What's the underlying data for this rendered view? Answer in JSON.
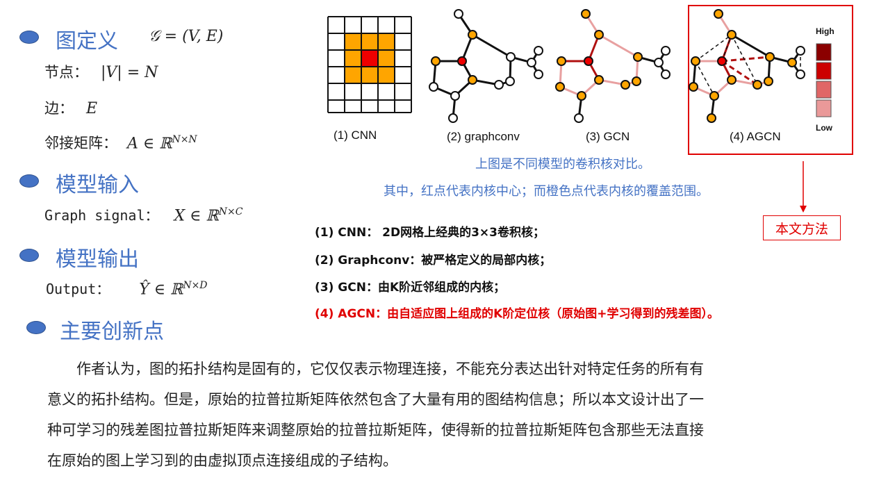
{
  "sections": {
    "graph_def": {
      "title": "图定义",
      "formula": "𝒢 = (V, E)"
    },
    "node": {
      "label": "节点：",
      "formula": "|V| = N"
    },
    "edge": {
      "label": "边：",
      "formula": "E"
    },
    "adjacency": {
      "label": "邻接矩阵：",
      "formula": "A ∈ ℝ",
      "sup": "N×N"
    },
    "model_input": {
      "title": "模型输入",
      "label": "Graph signal：",
      "formula": "X ∈ ℝ",
      "sup": "N×C"
    },
    "model_output": {
      "title": "模型输出",
      "label": "Output：",
      "formula": "Ŷ ∈ ℝ",
      "sup": "N×D"
    },
    "innovation": {
      "title": "主要创新点"
    }
  },
  "figure": {
    "captions": [
      "(1) CNN",
      "(2) graphconv",
      "(3) GCN",
      "(4) AGCN"
    ],
    "legend": {
      "high": "High",
      "low": "Low",
      "colors": [
        "#8b0000",
        "#cc0000",
        "#e06666",
        "#ea9999"
      ]
    },
    "colors": {
      "orange": "#ffa500",
      "red": "#ee0000",
      "box": "#e00000",
      "accent": "#4472c4"
    }
  },
  "notes": [
    "上图是不同模型的卷积核对比。",
    "其中，红点代表内核中心；而橙色点代表内核的覆盖范围。"
  ],
  "method_tag": "本文方法",
  "items": [
    "(1)  CNN：  2D网格上经典的3×3卷积核；",
    "(2)  Graphconv：被严格定义的局部内核；",
    "(3)  GCN：由K阶近邻组成的内核；",
    "(4)  AGCN：由自适应图上组成的K阶定位核（原始图+学习得到的残差图）。"
  ],
  "paragraph": [
    "　　作者认为，图的拓扑结构是固有的，它仅仅表示物理连接，不能充分表达出针对特定任务的所有有",
    "意义的拓扑结构。但是，原始的拉普拉斯矩阵依然包含了大量有用的图结构信息；所以本文设计出了一",
    "种可学习的残差图拉普拉斯矩阵来调整原始的拉普拉斯矩阵，使得新的拉普拉斯矩阵包含那些无法直接",
    "在原始的图上学习到的由虚拟顶点连接组成的子结构。"
  ]
}
